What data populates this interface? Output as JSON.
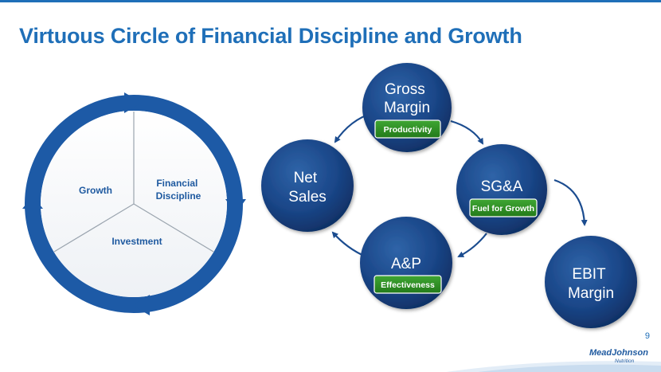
{
  "slide": {
    "title": "Virtuous Circle of Financial Discipline and Growth",
    "page_number": "9"
  },
  "cycle": {
    "segments": [
      {
        "label_lines": [
          "Growth"
        ]
      },
      {
        "label_lines": [
          "Financial",
          "Discipline"
        ]
      },
      {
        "label_lines": [
          "Investment"
        ]
      }
    ]
  },
  "flow": {
    "gross_margin": {
      "title_lines": [
        "Gross",
        "Margin"
      ],
      "tag": "Productivity"
    },
    "sga": {
      "title_lines": [
        "SG&A"
      ],
      "tag": "Fuel for Growth"
    },
    "ap": {
      "title_lines": [
        "A&P"
      ],
      "tag": "Effectiveness"
    },
    "net_sales": {
      "title_lines": [
        "Net",
        "Sales"
      ]
    },
    "ebit": {
      "title_lines": [
        "EBIT",
        "Margin"
      ]
    }
  },
  "logo": {
    "line1": "MeadJohnson",
    "line2": "Nutrition"
  },
  "colors": {
    "brand_blue": "#1f6fb8",
    "node_navy": "#163f7d",
    "tag_green": "#2e8b22"
  }
}
